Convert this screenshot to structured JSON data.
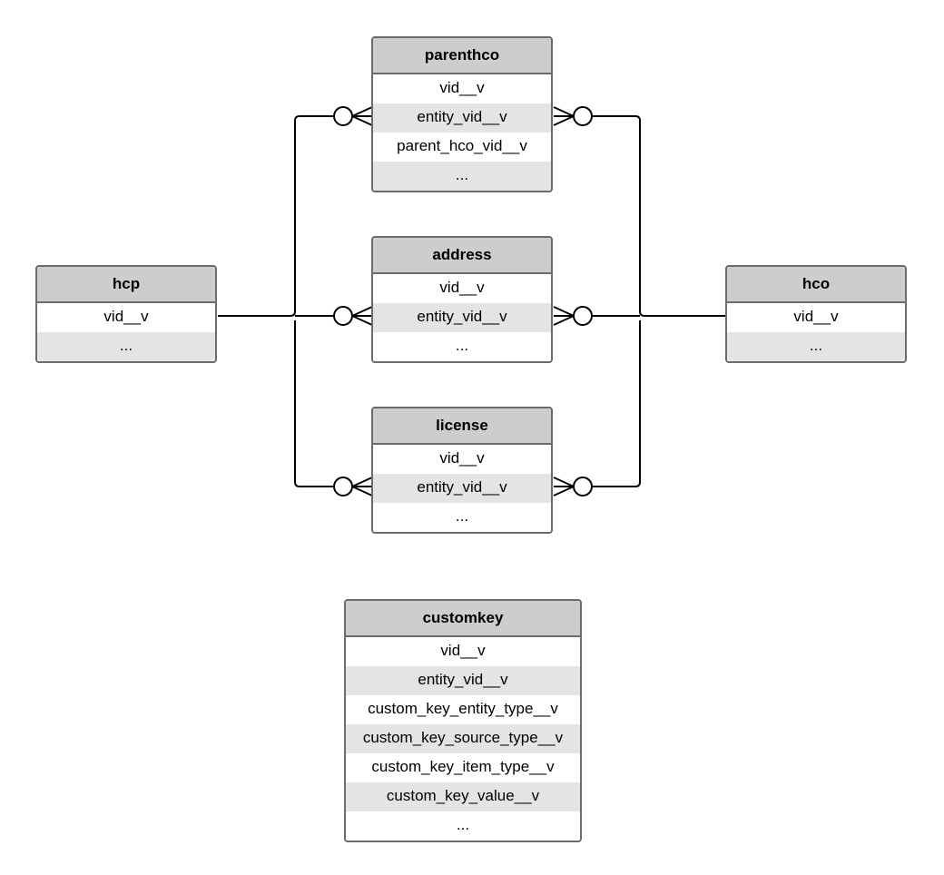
{
  "entities": {
    "hcp": {
      "title": "hcp",
      "fields": [
        "vid__v",
        "..."
      ]
    },
    "hco": {
      "title": "hco",
      "fields": [
        "vid__v",
        "..."
      ]
    },
    "parenthco": {
      "title": "parenthco",
      "fields": [
        "vid__v",
        "entity_vid__v",
        "parent_hco_vid__v",
        "..."
      ]
    },
    "address": {
      "title": "address",
      "fields": [
        "vid__v",
        "entity_vid__v",
        "..."
      ]
    },
    "license": {
      "title": "license",
      "fields": [
        "vid__v",
        "entity_vid__v",
        "..."
      ]
    },
    "customkey": {
      "title": "customkey",
      "fields": [
        "vid__v",
        "entity_vid__v",
        "custom_key_entity_type__v",
        "custom_key_source_type__v",
        "custom_key_item_type__v",
        "custom_key_value__v",
        "..."
      ]
    }
  },
  "relationships": [
    {
      "from": "hcp",
      "to": "parenthco",
      "cardinality": "one-to-zero-or-many"
    },
    {
      "from": "hcp",
      "to": "address",
      "cardinality": "one-to-zero-or-many"
    },
    {
      "from": "hcp",
      "to": "license",
      "cardinality": "one-to-zero-or-many"
    },
    {
      "from": "hco",
      "to": "parenthco",
      "cardinality": "one-to-zero-or-many"
    },
    {
      "from": "hco",
      "to": "address",
      "cardinality": "one-to-zero-or-many"
    },
    {
      "from": "hco",
      "to": "license",
      "cardinality": "one-to-zero-or-many"
    }
  ],
  "colors": {
    "header_bg": "#cdcdcd",
    "border": "#6b6b6b",
    "stripe": "#e4e4e4",
    "line": "#000000"
  }
}
